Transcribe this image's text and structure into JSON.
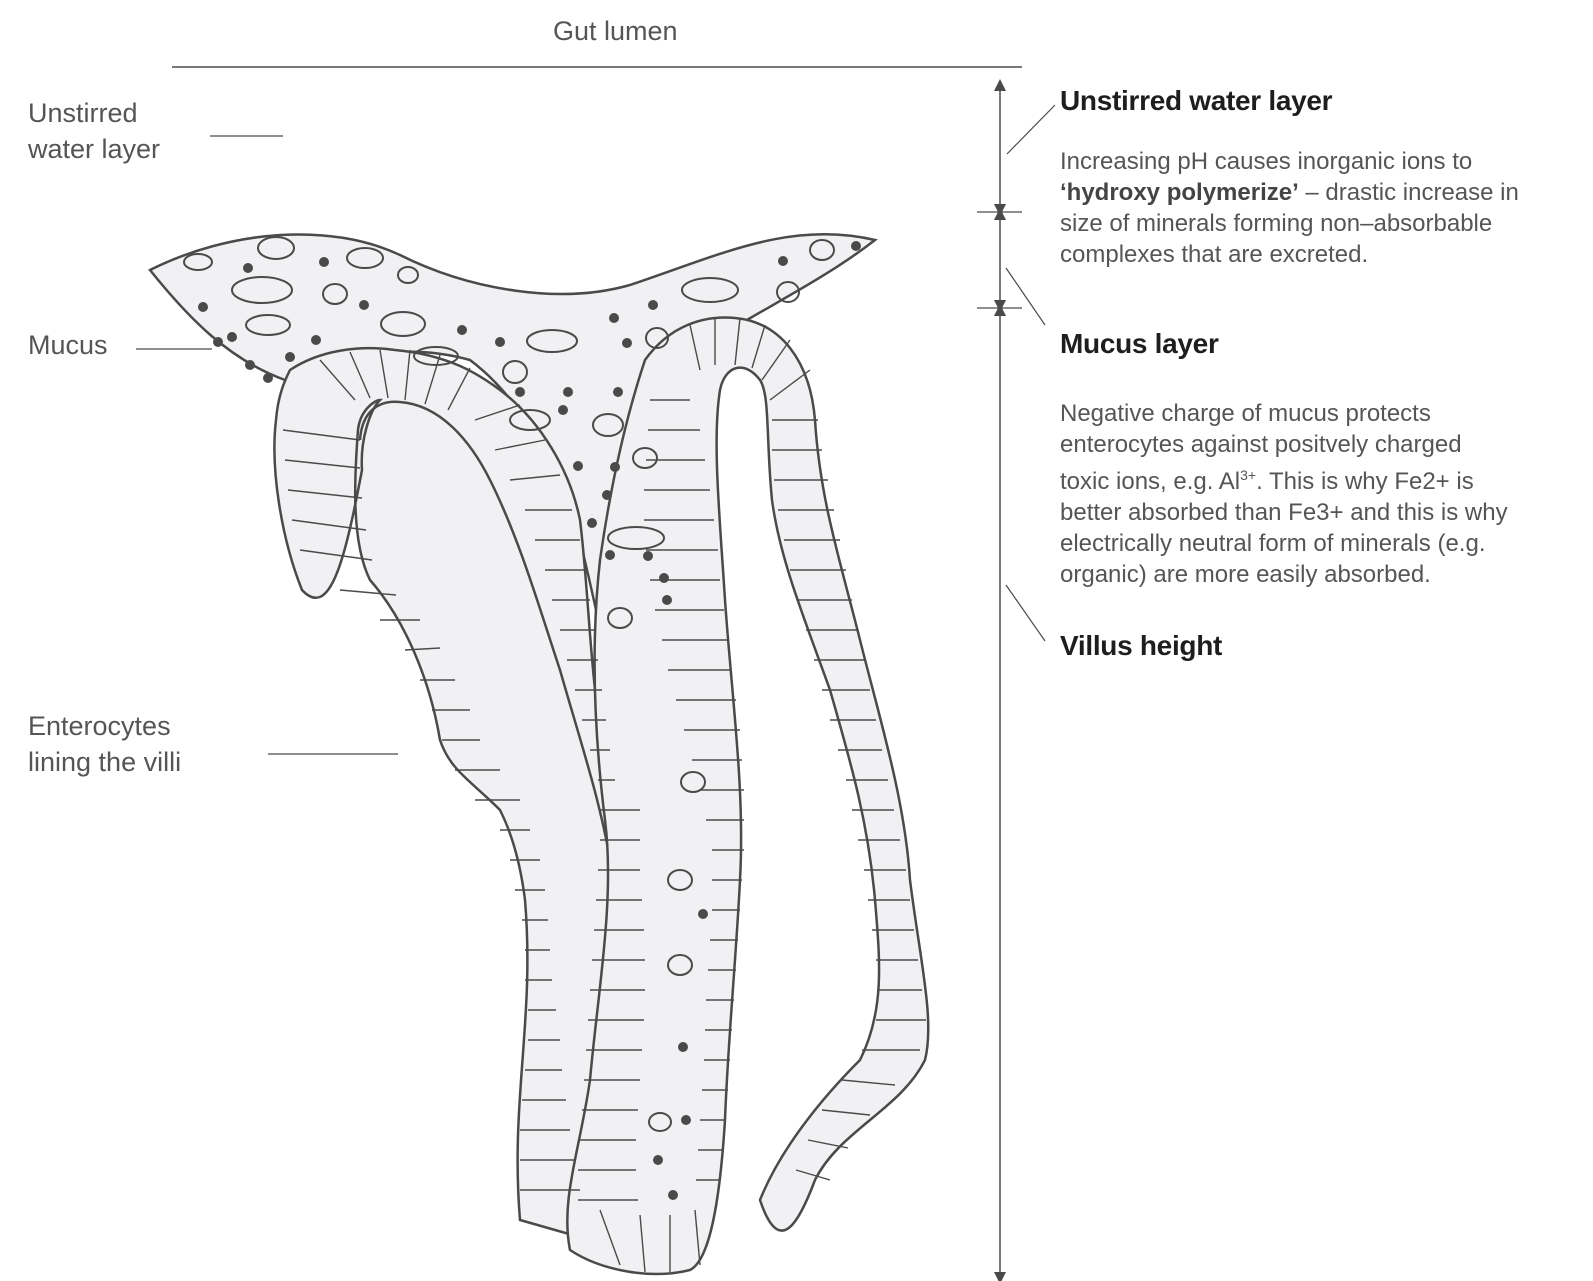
{
  "labels": {
    "gut_lumen": "Gut lumen",
    "unstirred_line1": "Unstirred",
    "unstirred_line2": "water layer",
    "mucus": "Mucus",
    "enterocytes_line1": "Enterocytes",
    "enterocytes_line2": "lining the villi"
  },
  "notes": {
    "unstirred": {
      "title": "Unstirred water layer",
      "text_1": "Increasing pH causes inorganic ions to",
      "text_bold": "‘hydroxy polymerize’",
      "text_2": " – drastic increase in",
      "text_3": "size of minerals forming non–absorbable",
      "text_4": "complexes that are excreted."
    },
    "mucus": {
      "title": "Mucus layer",
      "text_1": "Negative charge of mucus protects",
      "text_2": "enterocytes against positvely charged",
      "text_3a": "toxic ions, e.g. Al",
      "text_3sup": "3+",
      "text_3b": ". This is why Fe2+ is",
      "text_4": "better absorbed than Fe3+ and this is why",
      "text_5": "electrically neutral form of minerals (e.g.",
      "text_6": "organic) are more easily absorbed."
    },
    "villus": {
      "title": "Villus height"
    }
  },
  "colors": {
    "stroke": "#4a4a4a",
    "fill": "#f1f1f3",
    "label": "#555555",
    "heading": "#1e1e1e"
  }
}
